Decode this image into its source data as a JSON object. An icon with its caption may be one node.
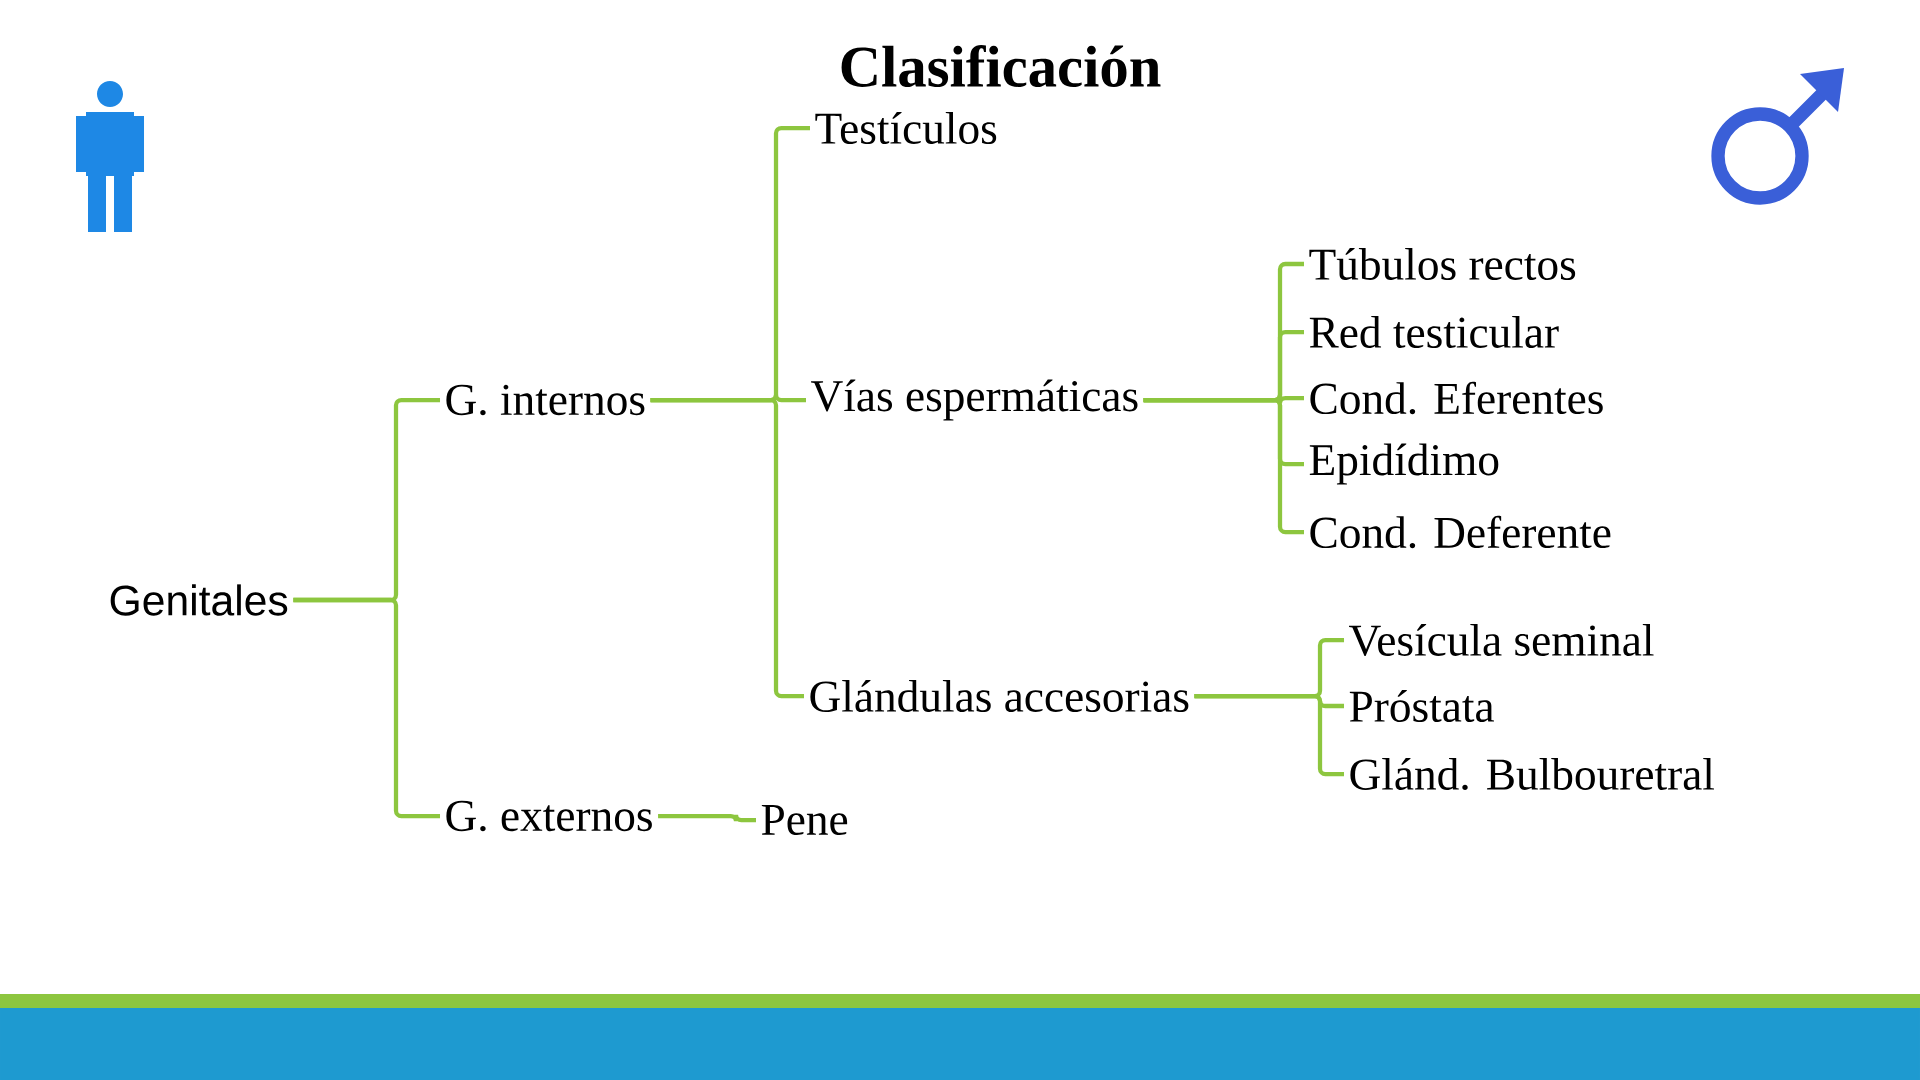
{
  "diagram": {
    "title": "Clasificación",
    "nodes": [
      {
        "text": [
          "Genitales"
        ]
      },
      {
        "text": [
          "G. internos"
        ]
      },
      {
        "text": [
          "G. externos"
        ]
      },
      {
        "text": [
          "Testículos"
        ]
      },
      {
        "text": [
          "Vías espermáticas"
        ]
      },
      {
        "text": [
          "Glándulas accesorias"
        ]
      },
      {
        "text": [
          "Pene"
        ]
      },
      {
        "text": [
          "Túbulos rectos"
        ]
      },
      {
        "text": [
          "Red testicular"
        ]
      },
      {
        "text": [
          "Cond. Eferentes"
        ]
      },
      {
        "text": [
          "Epidídimo"
        ]
      },
      {
        "text": [
          "Cond. Deferente"
        ]
      },
      {
        "text": [
          "Vesícula seminal"
        ]
      },
      {
        "text": [
          "Próstata"
        ]
      },
      {
        "text": [
          "Glánd. Bulbouretral"
        ]
      }
    ],
    "edges": [
      {
        "from": 0,
        "to": 1,
        "arrow": "none"
      },
      {
        "from": 0,
        "to": 2,
        "arrow": "none"
      },
      {
        "from": 1,
        "to": 3,
        "arrow": "none"
      },
      {
        "from": 1,
        "to": 4,
        "arrow": "none"
      },
      {
        "from": 1,
        "to": 5,
        "arrow": "none"
      },
      {
        "from": 2,
        "to": 6,
        "arrow": "none"
      },
      {
        "from": 4,
        "to": 7,
        "arrow": "none"
      },
      {
        "from": 4,
        "to": 8,
        "arrow": "none"
      },
      {
        "from": 4,
        "to": 9,
        "arrow": "none"
      },
      {
        "from": 4,
        "to": 10,
        "arrow": "none"
      },
      {
        "from": 4,
        "to": 11,
        "arrow": "none"
      },
      {
        "from": 5,
        "to": 12,
        "arrow": "none"
      },
      {
        "from": 5,
        "to": 13,
        "arrow": "none"
      },
      {
        "from": 5,
        "to": 14,
        "arrow": "none"
      }
    ]
  }
}
